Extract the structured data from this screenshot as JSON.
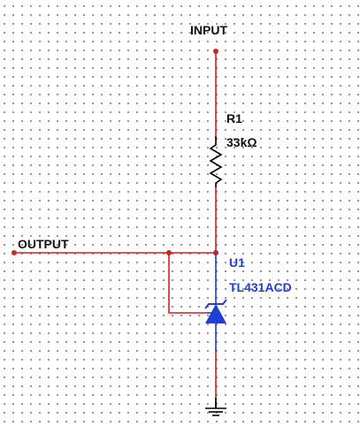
{
  "nets": {
    "input_label": "INPUT",
    "output_label": "OUTPUT"
  },
  "resistor": {
    "designator": "R1",
    "value": "33kΩ"
  },
  "regulator": {
    "designator": "U1",
    "part": "TL431ACD"
  },
  "colors": {
    "wire": "#d42020",
    "part": "#1d3fd6",
    "part_label": "#1d3fd6",
    "black_part": "#000000",
    "grid_dot": "#7a7a7a"
  }
}
